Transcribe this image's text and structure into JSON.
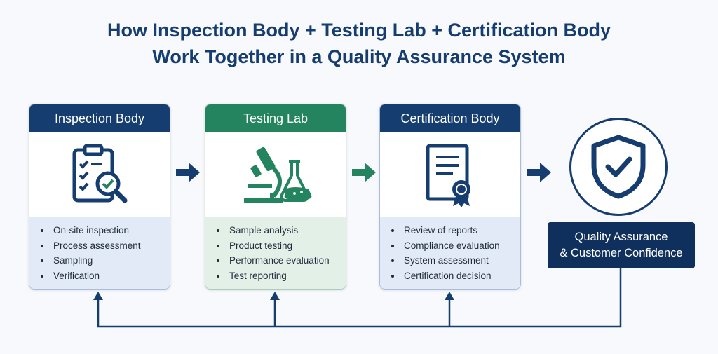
{
  "title": {
    "line1": "How Inspection Body + Testing Lab + Certification Body",
    "line2": "Work Together in a Quality Assurance System"
  },
  "cards": [
    {
      "header": "Inspection Body",
      "icon": "clipboard-magnifier-icon",
      "color": "#163d6f",
      "items": [
        "On-site inspection",
        "Process assessment",
        "Sampling",
        "Verification"
      ]
    },
    {
      "header": "Testing Lab",
      "icon": "microscope-flask-icon",
      "color": "#23845f",
      "items": [
        "Sample analysis",
        "Product testing",
        "Performance evaluation",
        "Test reporting"
      ]
    },
    {
      "header": "Certification Body",
      "icon": "certificate-icon",
      "color": "#163d6f",
      "items": [
        "Review of reports",
        "Compliance evaluation",
        "System assessment",
        "Certification decision"
      ]
    }
  ],
  "outcome": {
    "icon": "shield-check-icon",
    "line1": "Quality Assurance",
    "line2": "& Customer Confidence"
  },
  "colors": {
    "navy": "#163d6f",
    "green": "#23845f",
    "dark_box": "#0f2f5c"
  }
}
